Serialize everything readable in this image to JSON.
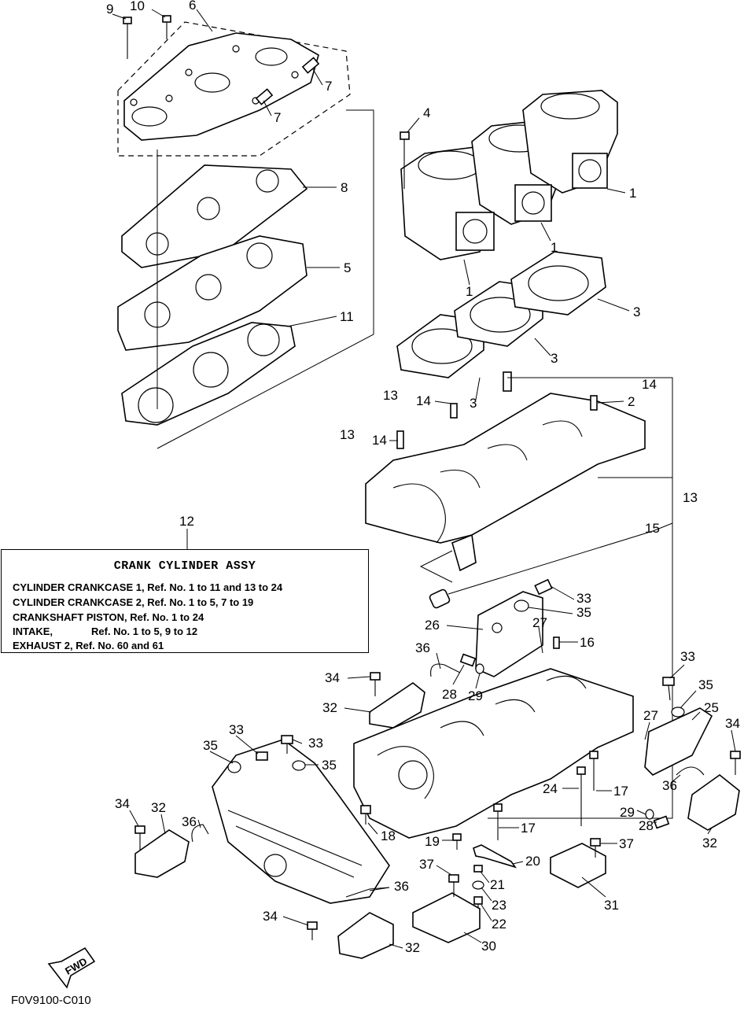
{
  "diagram": {
    "code": "F0V9100-C010",
    "fwd_label": "FWD",
    "callouts": {
      "c1": "1",
      "c2": "2",
      "c3": "3",
      "c4": "4",
      "c5": "5",
      "c6": "6",
      "c7": "7",
      "c8": "8",
      "c9": "9",
      "c10": "10",
      "c11": "11",
      "c12": "12",
      "c13": "13",
      "c14": "14",
      "c15": "15",
      "c16": "16",
      "c17": "17",
      "c18": "18",
      "c19": "19",
      "c20": "20",
      "c21": "21",
      "c22": "22",
      "c23": "23",
      "c24": "24",
      "c25": "25",
      "c26": "26",
      "c27": "27",
      "c28": "28",
      "c29": "29",
      "c30": "30",
      "c31": "31",
      "c32": "32",
      "c33": "33",
      "c34": "34",
      "c35": "35",
      "c36": "36",
      "c37": "37"
    },
    "info_box": {
      "title": "CRANK CYLINDER ASSY",
      "rows": [
        {
          "name": "CYLINDER CRANKCASE 1,",
          "ref": "Ref. No. 1 to 11 and  13 to 24"
        },
        {
          "name": "CYLINDER CRANKCASE 2,",
          "ref": "Ref. No. 1 to 5, 7 to 19"
        },
        {
          "name": "CRANKSHAFT PISTON,",
          "ref": "Ref. No. 1 to 24"
        },
        {
          "name": "INTAKE,",
          "ref": "Ref. No. 1 to 5, 9 to 12"
        },
        {
          "name": "EXHAUST 2,",
          "ref": "Ref. No. 60 and 61"
        }
      ]
    }
  }
}
